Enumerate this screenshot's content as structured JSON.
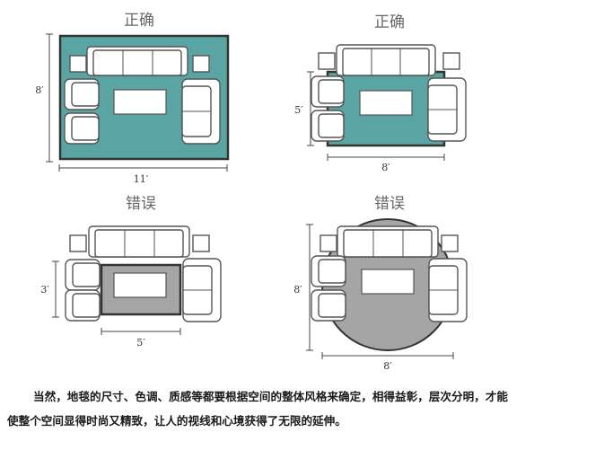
{
  "panels": [
    {
      "title": "正确",
      "dim_vertical": "8′",
      "dim_horizontal": "11′",
      "rug_color": "#5aa5a3"
    },
    {
      "title": "正确",
      "dim_vertical": "5′",
      "dim_horizontal": "8′",
      "rug_color": "#5aa5a3"
    },
    {
      "title": "错误",
      "dim_vertical": "3′",
      "dim_horizontal": "5′",
      "rug_color": "#a5a5a5"
    },
    {
      "title": "错误",
      "dim_vertical": "8′",
      "dim_horizontal": "8′",
      "rug_color": "#a5a5a5"
    }
  ],
  "caption": {
    "line1": "当然，地毯的尺寸、色调、质感等都要根据空间的整体风格来确定，相得益彰，层次分明，才能",
    "line2": "使整个空间显得时尚又精致，让人的视线和心境获得了无限的延伸。"
  },
  "colors": {
    "teal": "#5aa5a3",
    "gray": "#a5a5a5",
    "stroke": "#555555"
  }
}
